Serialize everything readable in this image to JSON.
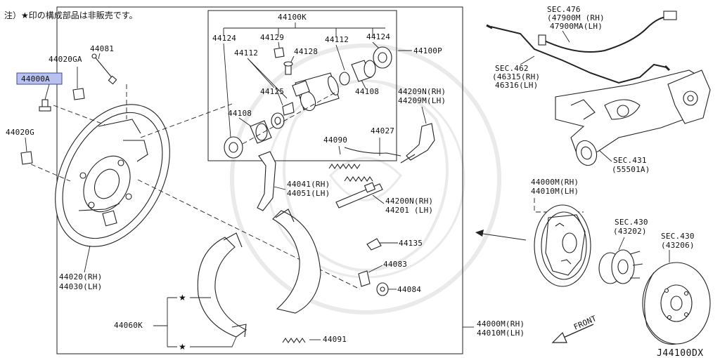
{
  "note": "注）★印の構成部品は非販売です。",
  "diagram_id": "J44100DX",
  "front_label": "FRONT",
  "callouts": {
    "p44000a": "44000A",
    "p44020ga": "44020GA",
    "p44081": "44081",
    "p44020g": "44020G",
    "p44020_rh": "44020(RH)",
    "p44030_lh": "44030(LH)",
    "p44100k": "44100K",
    "p44124_a": "44124",
    "p44129": "44129",
    "p44112_a": "44112",
    "p44128": "44128",
    "p44112_b": "44112",
    "p44124_b": "44124",
    "p44100p": "44100P",
    "p44125": "44125",
    "p44108_a": "44108",
    "p44108_b": "44108",
    "p44209n_rh": "44209N(RH)",
    "p44209m_lh": "44209M(LH)",
    "p44027": "44027",
    "p44090": "44090",
    "p44041_rh": "44041(RH)",
    "p44051_lh": "44051(LH)",
    "p44200n_rh": "44200N(RH)",
    "p44201_lh": "44201 (LH)",
    "p44135": "44135",
    "p44083": "44083",
    "p44084": "44084",
    "p44060k": "44060K",
    "p44091": "44091",
    "p44000m_rh_b": "44000M(RH)",
    "p44010m_lh_b": "44010M(LH)",
    "p44000m_rh_r": "44000M(RH)",
    "p44010m_lh_r": "44010M(LH)",
    "sec476_a": "SEC.476",
    "sec476_b": "(47900M (RH)",
    "sec476_c": "47900MA(LH)",
    "sec462_a": "SEC.462",
    "sec462_b": "(46315(RH)",
    "sec462_c": "46316(LH)",
    "sec431_a": "SEC.431",
    "sec431_b": "(55501A)",
    "sec430a_a": "SEC.430",
    "sec430a_b": "(43202)",
    "sec430b_a": "SEC.430",
    "sec430b_b": "(43206)"
  },
  "star_marker": "★"
}
